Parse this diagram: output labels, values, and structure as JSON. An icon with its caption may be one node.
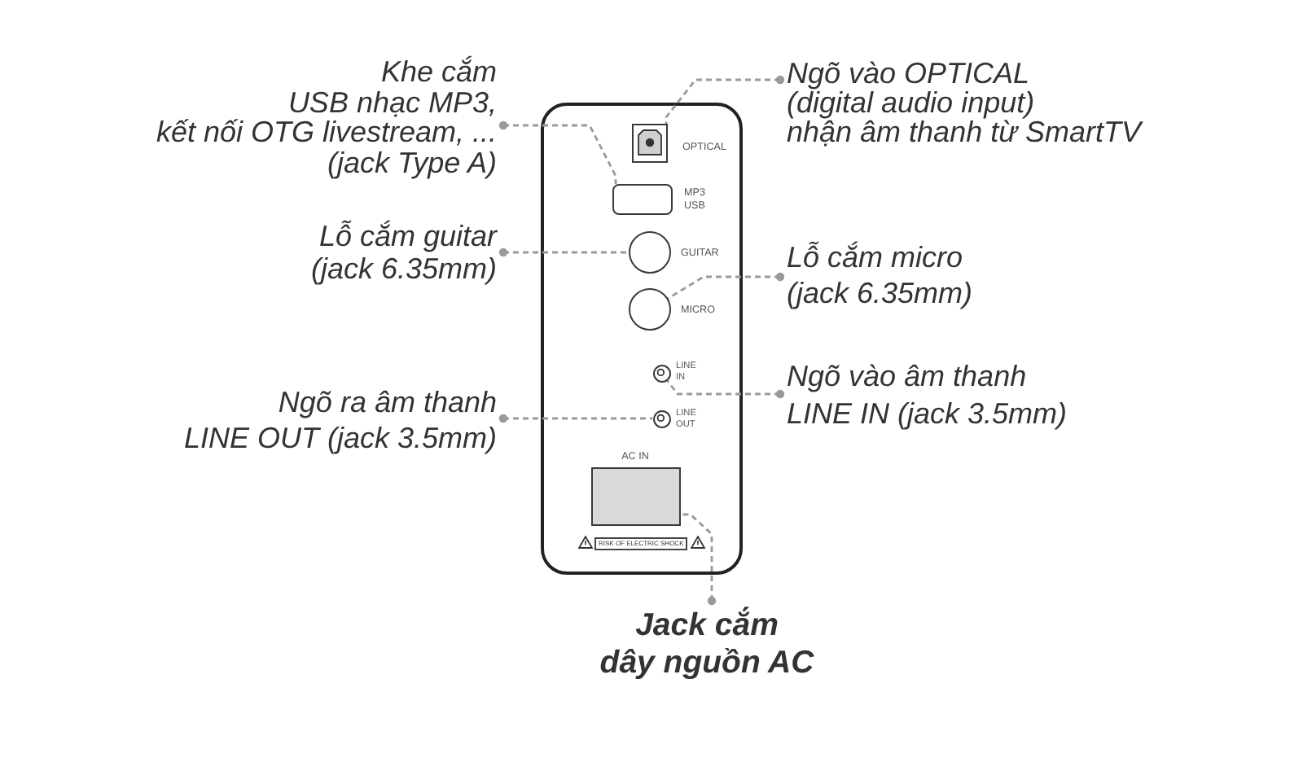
{
  "diagram": {
    "nodes": [
      {
        "text": [],
        "shape": "box"
      },
      {
        "text": [],
        "shape": "box",
        "in": 0,
        "beside": [
          "OPTICAL"
        ]
      },
      {
        "text": [],
        "shape": "box",
        "in": 0,
        "beside": [
          "MP3 USB"
        ]
      },
      {
        "text": [],
        "shape": "circle",
        "in": 0,
        "beside": [
          "GUITAR"
        ]
      },
      {
        "text": [],
        "shape": "circle",
        "in": 0,
        "beside": [
          "MICRO"
        ]
      },
      {
        "text": [],
        "shape": "circle",
        "in": 0,
        "beside": [
          "LINE IN"
        ]
      },
      {
        "text": [],
        "shape": "circle",
        "in": 0,
        "beside": [
          "LINE OUT"
        ]
      },
      {
        "text": [],
        "shape": "box",
        "in": 0,
        "beside": [
          "AC IN"
        ]
      },
      {
        "text": [
          "Khe cắm USB nhạc MP3, kết nối OTG livestream, ... (jack Type A)"
        ]
      },
      {
        "text": [
          "Ngõ vào OPTICAL (digital audio input) nhận âm thanh từ SmartTV"
        ]
      },
      {
        "text": [
          "Lỗ cắm guitar (jack 6.35mm)"
        ]
      },
      {
        "text": [
          "Lỗ cắm micro (jack 6.35mm)"
        ]
      },
      {
        "text": [
          "Ngõ vào âm thanh LINE IN (jack 3.5mm)"
        ]
      },
      {
        "text": [
          "Ngõ ra âm thanh LINE OUT (jack 3.5mm)"
        ]
      },
      {
        "text": [
          "Jack cắm dây nguồn AC"
        ]
      }
    ],
    "edges": [
      {
        "from": 8,
        "to": 2,
        "arrow": "other",
        "style": "dashed"
      },
      {
        "from": 9,
        "to": 1,
        "arrow": "other",
        "style": "dashed"
      },
      {
        "from": 10,
        "to": 3,
        "arrow": "other",
        "style": "dashed"
      },
      {
        "from": 11,
        "to": 4,
        "arrow": "other",
        "style": "dashed"
      },
      {
        "from": 12,
        "to": 5,
        "arrow": "other",
        "style": "dashed"
      },
      {
        "from": 13,
        "to": 6,
        "arrow": "other",
        "style": "dashed"
      },
      {
        "from": 14,
        "to": 7,
        "arrow": "other",
        "style": "dashed"
      }
    ],
    "labels": [
      "RISK OF ELECTRIC SHOCK"
    ]
  }
}
